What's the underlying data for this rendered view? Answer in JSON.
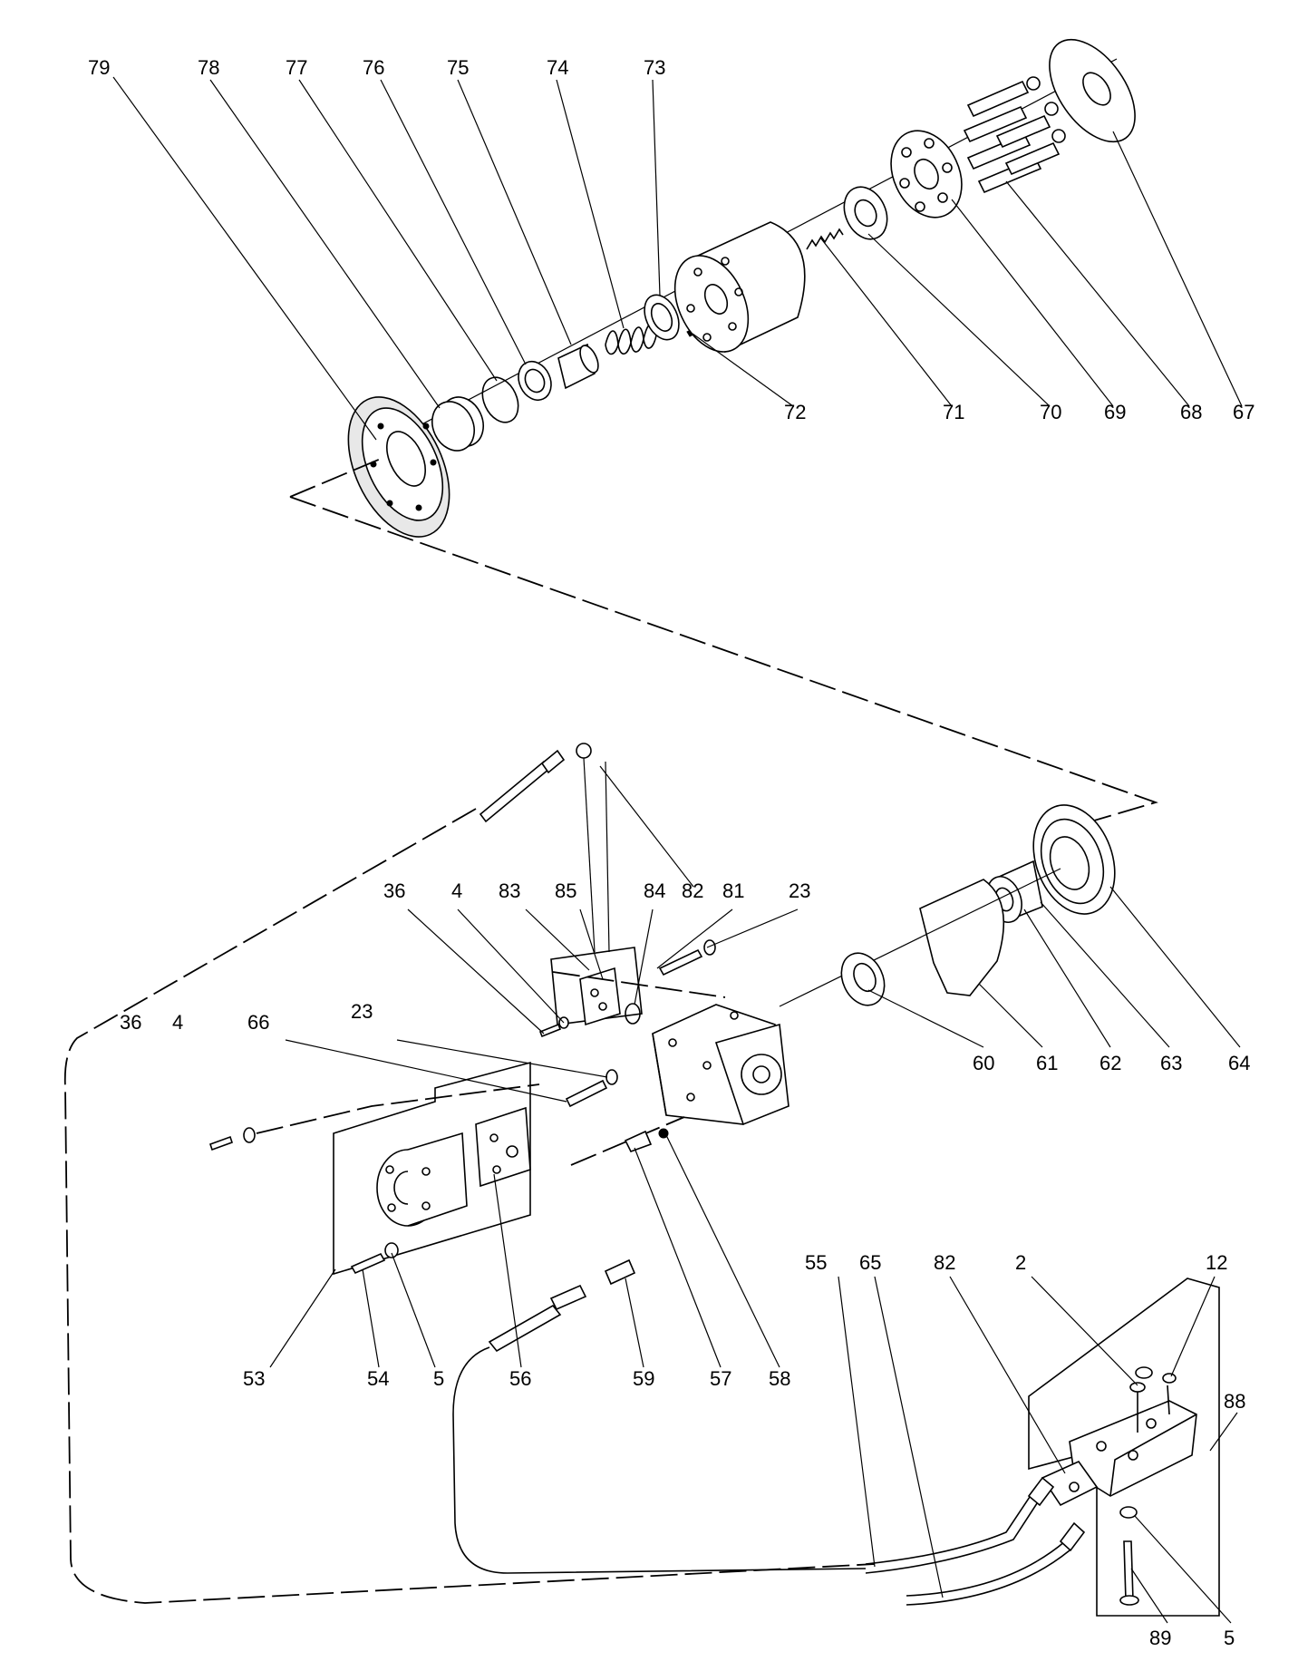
{
  "labels": {
    "c79": "79",
    "c78": "78",
    "c77": "77",
    "c76": "76",
    "c75": "75",
    "c74": "74",
    "c73": "73",
    "c72": "72",
    "c71": "71",
    "c70": "70",
    "c69": "69",
    "c68": "68",
    "c67": "67",
    "c82a": "82",
    "c81": "81",
    "c23a": "23",
    "c36a": "36",
    "c4a": "4",
    "c83": "83",
    "c85": "85",
    "c84": "84",
    "c36b": "36",
    "c4b": "4",
    "c66": "66",
    "c23b": "23",
    "c60": "60",
    "c61": "61",
    "c62": "62",
    "c63": "63",
    "c64": "64",
    "c53": "53",
    "c54": "54",
    "c5a": "5",
    "c56": "56",
    "c59": "59",
    "c57": "57",
    "c58": "58",
    "c55": "55",
    "c65": "65",
    "c82b": "82",
    "c2": "2",
    "c12": "12",
    "c88": "88",
    "c89": "89",
    "c5b": "5"
  }
}
